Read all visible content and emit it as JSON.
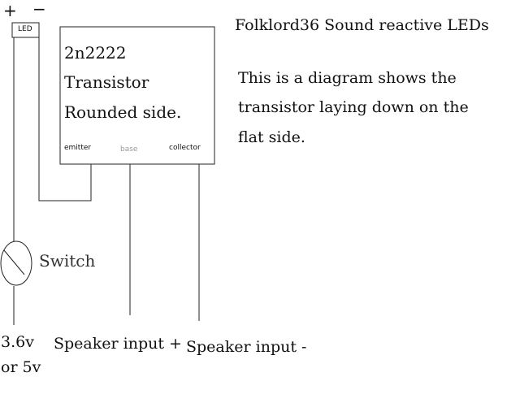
{
  "title": "Folklord36 Sound reactive LEDs",
  "description_lines": [
    "This is a diagram shows the",
    "transistor laying down on the",
    "flat side."
  ],
  "battery": {
    "plus": "+",
    "minus": "−"
  },
  "led_label": "LED",
  "transistor": {
    "lines": [
      "2n2222",
      "Transistor",
      "Rounded side."
    ],
    "pins": {
      "emitter": "emitter",
      "base": "base",
      "collector": "collector"
    }
  },
  "switch_label": "Switch",
  "voltage_lines": [
    "3.6v",
    "or 5v"
  ],
  "speaker_plus": "Speaker input +",
  "speaker_minus": "Speaker input -"
}
